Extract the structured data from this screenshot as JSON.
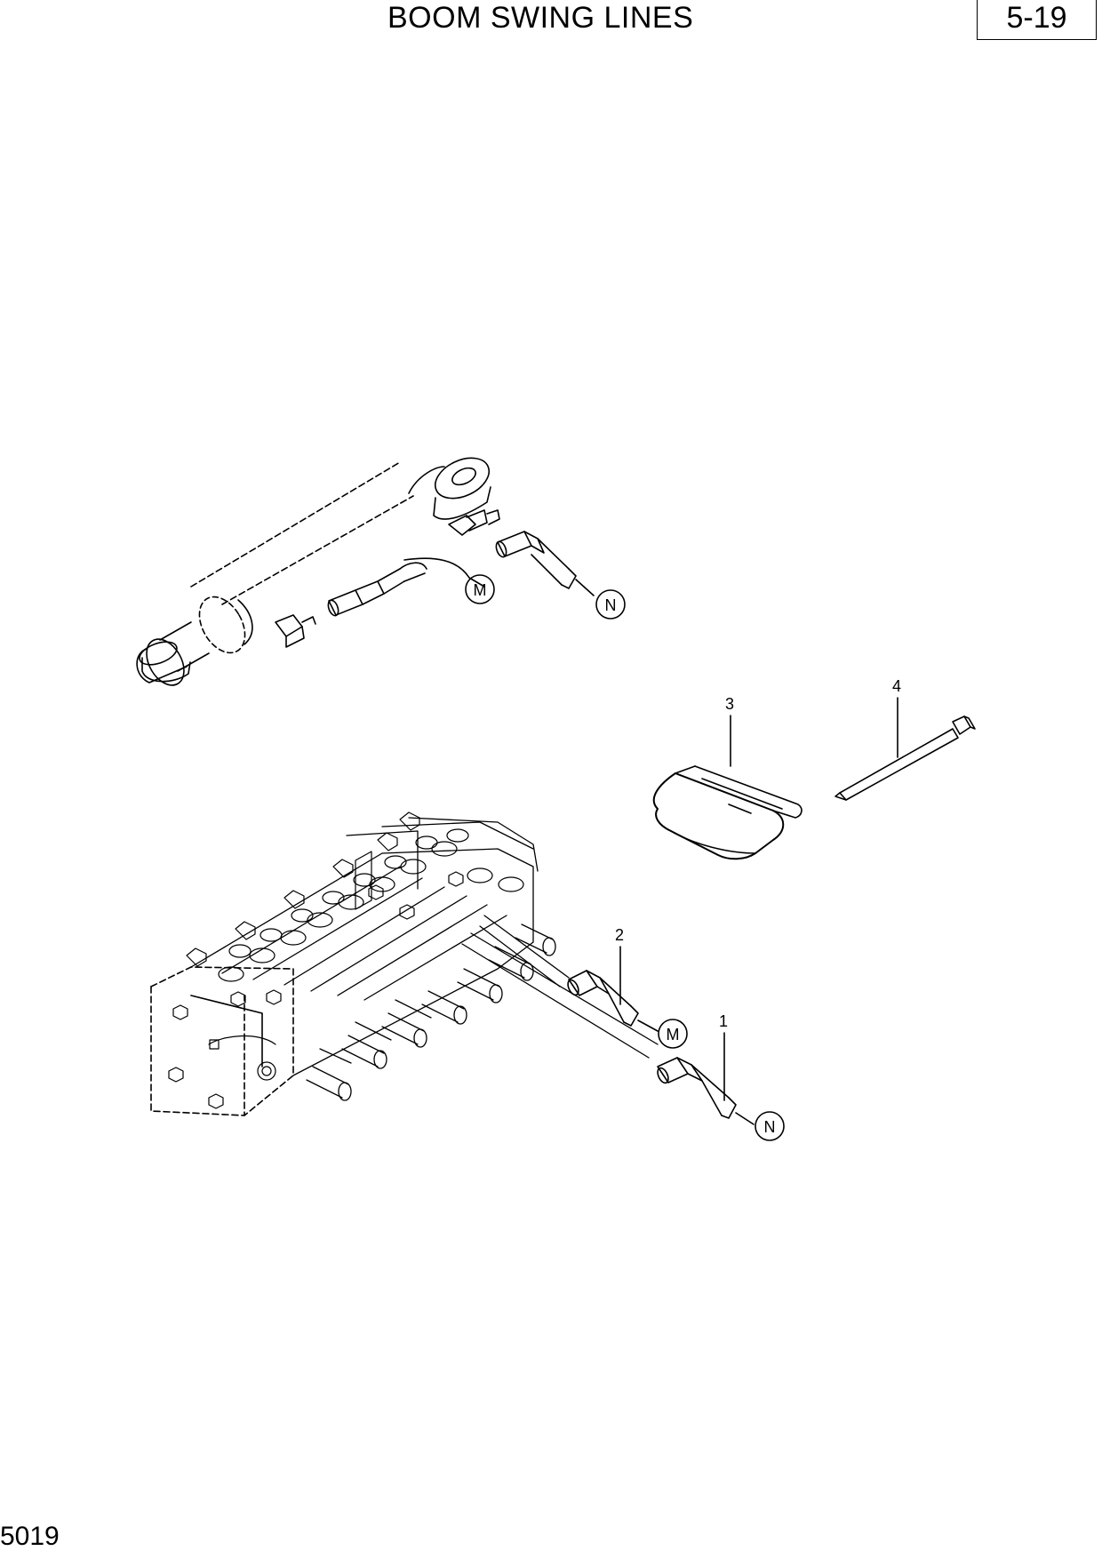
{
  "header": {
    "title": "BOOM SWING LINES",
    "page_number": "5-19"
  },
  "footer": {
    "doc_code": "5019"
  },
  "callouts": {
    "m_top": "M",
    "n_top": "N",
    "m_bottom": "M",
    "n_bottom": "N",
    "item_1": "1",
    "item_2": "2",
    "item_3": "3",
    "item_4": "4"
  },
  "colors": {
    "line": "#000000",
    "background": "#ffffff"
  },
  "icons": {
    "cylinder": "boom-swing-cylinder-icon",
    "valve": "control-valve-icon",
    "clamp": "hose-clamp-icon",
    "tie": "cable-tie-icon"
  }
}
